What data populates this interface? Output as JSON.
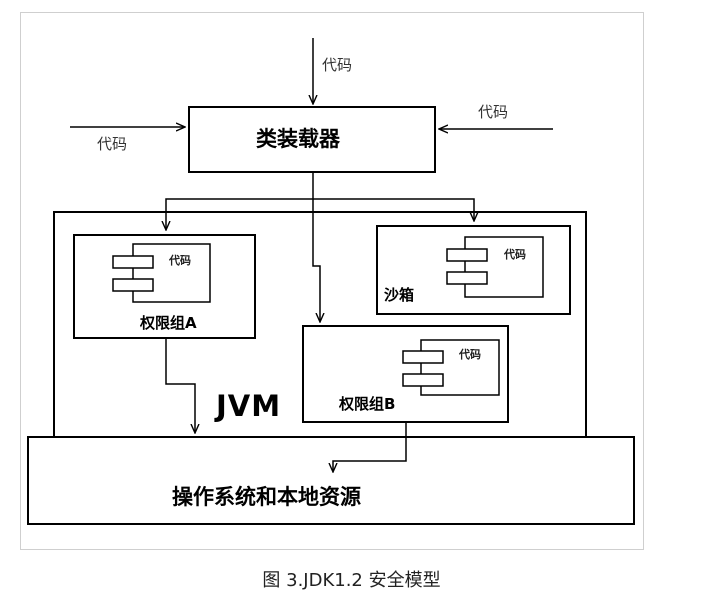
{
  "diagram": {
    "code_top": "代码",
    "code_left": "代码",
    "code_right": "代码",
    "class_loader": "类装载器",
    "group_a": {
      "code": "代码",
      "label": "权限组A"
    },
    "sandbox": {
      "code": "代码",
      "label": "沙箱"
    },
    "group_b": {
      "code": "代码",
      "label": "权限组B"
    },
    "jvm": "JVM",
    "os": "操作系统和本地资源"
  },
  "caption": "图 3.JDK1.2 安全模型"
}
